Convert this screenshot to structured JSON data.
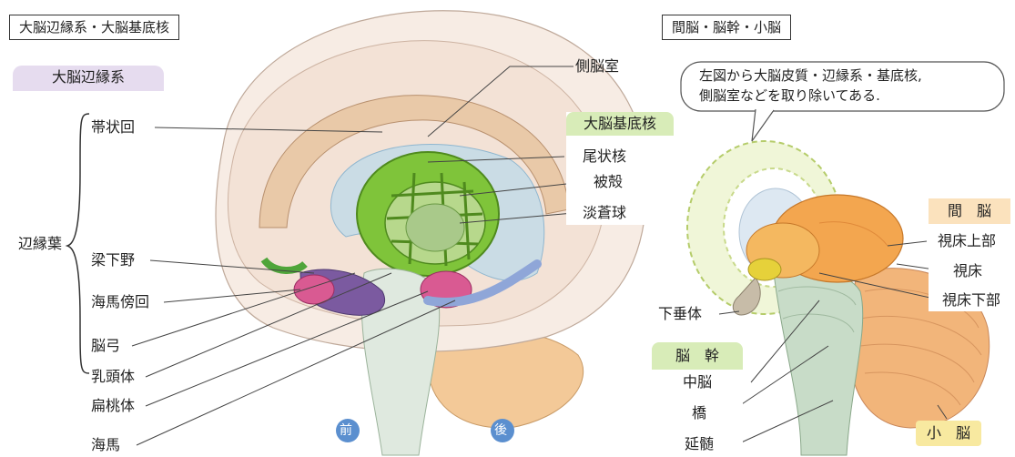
{
  "left_title": "大脳辺縁系・大脳基底核",
  "right_title": "間脳・脳幹・小脳",
  "limbic_header": "大脳辺縁系",
  "limbic_lobe": "辺縁葉",
  "limbic_items": [
    "帯状回",
    "梁下野",
    "海馬傍回"
  ],
  "left_lower_labels": [
    "脳弓",
    "乳頭体",
    "扁桃体",
    "海馬"
  ],
  "lateral_ventricle": "側脳室",
  "basal_ganglia_header": "大脳基底核",
  "basal_ganglia_items": [
    "尾状核",
    "被殻",
    "淡蒼球"
  ],
  "orientation": {
    "front": "前",
    "back": "後"
  },
  "note_lines": [
    "左図から大脳皮質・辺縁系・基底核,",
    "側脳室などを取り除いてある."
  ],
  "diencephalon_header": "間　脳",
  "diencephalon_items": [
    "視床上部",
    "視床",
    "視床下部"
  ],
  "pituitary": "下垂体",
  "brainstem_header": "脳　幹",
  "brainstem_items": [
    "中脳",
    "橋",
    "延髄"
  ],
  "cerebellum": "小　脳",
  "colors": {
    "limbic_panel": "#e6dcef",
    "basal_panel": "#d8ecb8",
    "diencephalon_panel": "#fbe2bd",
    "brainstem_panel": "#d8ecb8",
    "cerebellum_box": "#f8e9a0",
    "putamen_green": "#7fc43a",
    "hippocampus_pink": "#d95a92",
    "cerebellum_orange": "#f2b57a",
    "brainstem_green": "#c8dcc8",
    "arrow_blue": "#5b8fcf"
  }
}
